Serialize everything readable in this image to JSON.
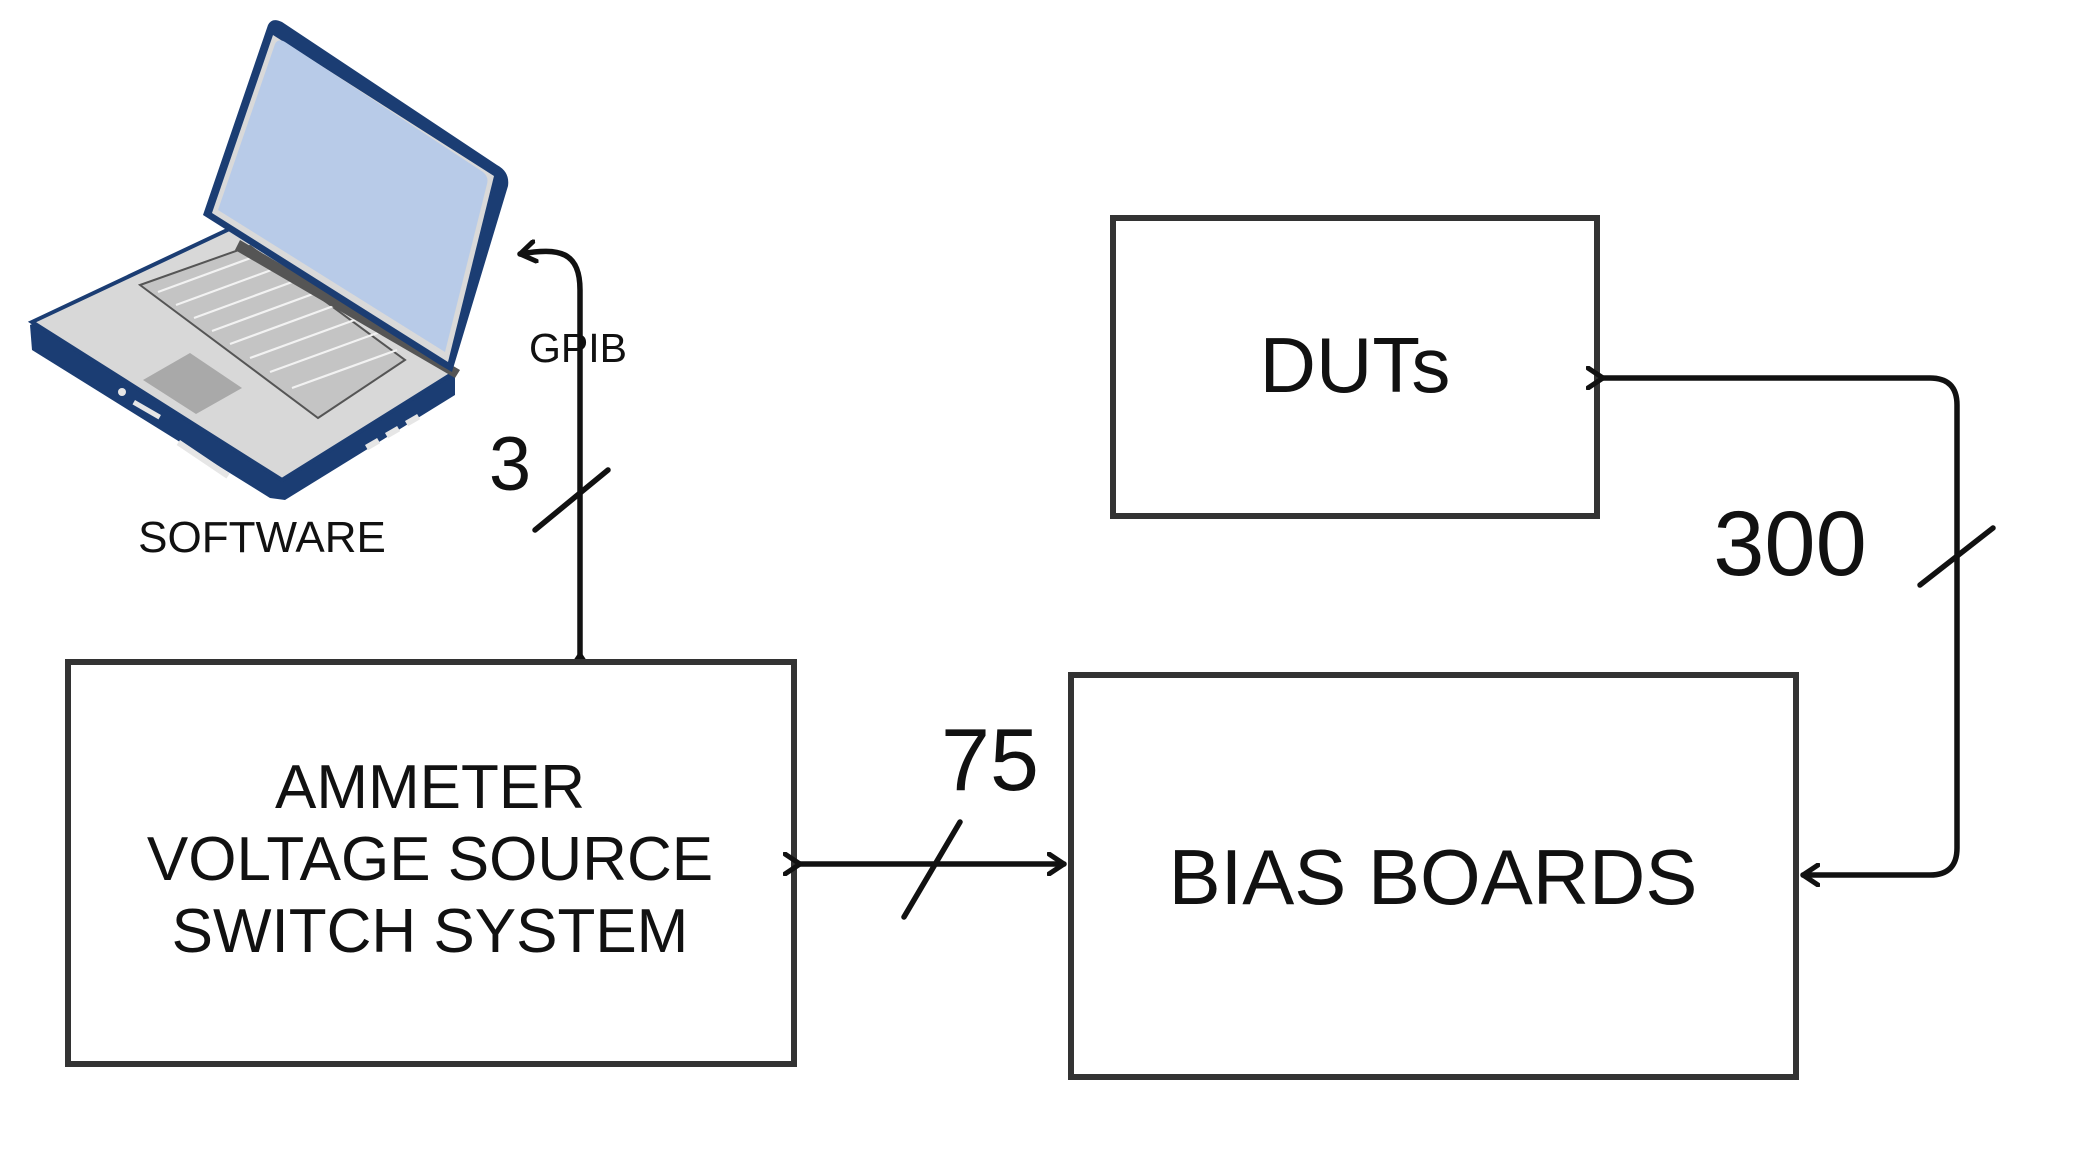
{
  "laptop": {
    "caption": "SOFTWARE",
    "colors": {
      "outline": "#1b3d73",
      "screen": "#b8cbe8",
      "body": "#d8d8d8",
      "keys": "#f2f2f2"
    }
  },
  "connections": {
    "gpib": {
      "protocol": "GPIB",
      "count": "3"
    },
    "bias": {
      "count": "75"
    },
    "duts": {
      "count": "300"
    }
  },
  "blocks": {
    "instruments": [
      "AMMETER",
      "VOLTAGE SOURCE",
      "SWITCH SYSTEM"
    ],
    "duts": "DUTs",
    "bias_boards": "BIAS BOARDS"
  }
}
